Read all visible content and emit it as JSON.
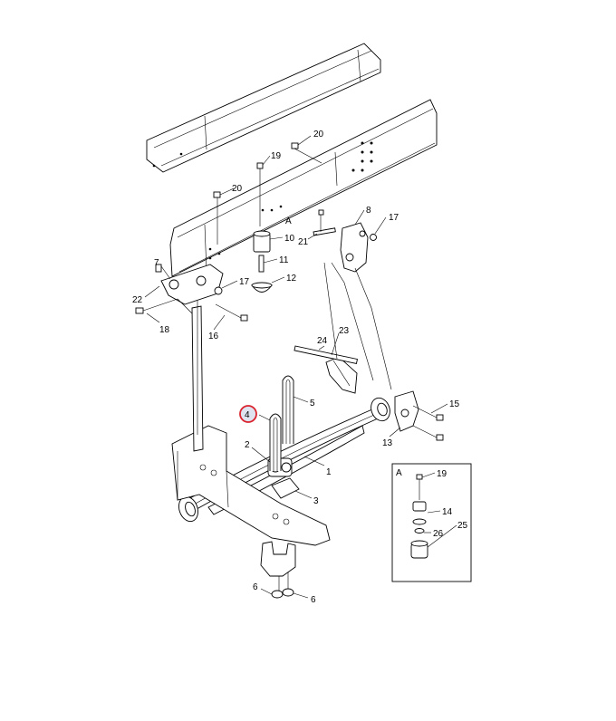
{
  "diagram": {
    "callouts": {
      "c1": "1",
      "c2": "2",
      "c3": "3",
      "c4": "4",
      "c5": "5",
      "c6a": "6",
      "c6b": "6",
      "c7": "7",
      "c8": "8",
      "c10": "10",
      "c11": "11",
      "c12": "12",
      "c13": "13",
      "c15": "15",
      "c16": "16",
      "c17a": "17",
      "c17b": "17",
      "c18": "18",
      "c19a": "19",
      "c19b": "19",
      "c20a": "20",
      "c20b": "20",
      "c21": "21",
      "c22": "22",
      "c23": "23",
      "c24": "24",
      "c25": "25",
      "c26": "26",
      "c14": "14",
      "detailA": "A",
      "frameA": "A"
    },
    "highlighted_callout": "4",
    "highlight_color": "#d9232e",
    "line_color": "#000000"
  }
}
